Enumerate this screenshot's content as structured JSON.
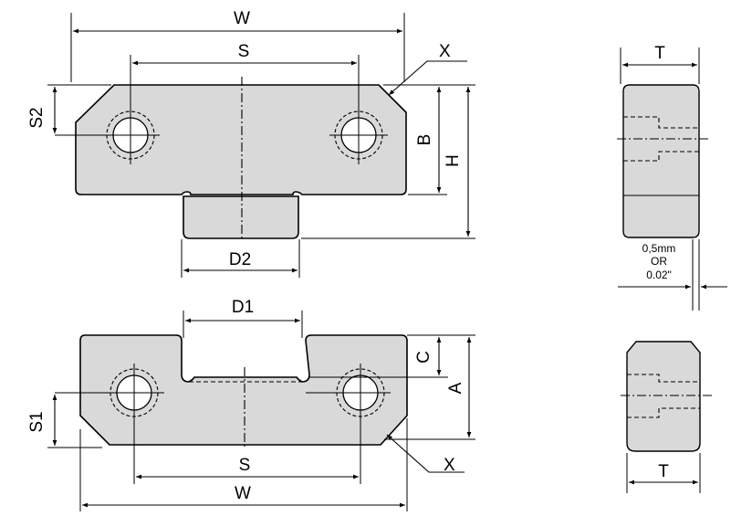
{
  "colors": {
    "part_fill": "#d9d9d9",
    "line": "#000000",
    "background": "#ffffff"
  },
  "labels": {
    "top_w": "W",
    "top_s": "S",
    "top_x": "X",
    "s2": "S2",
    "b": "B",
    "h": "H",
    "d2": "D2",
    "d1": "D1",
    "c": "C",
    "a": "A",
    "s1": "S1",
    "bottom_s": "S",
    "bottom_x": "X",
    "bottom_w": "W",
    "t_top": "T",
    "t_bottom": "T"
  },
  "gap_note": {
    "line1": "0,5mm",
    "line2": "OR",
    "line3": "0.02\""
  }
}
